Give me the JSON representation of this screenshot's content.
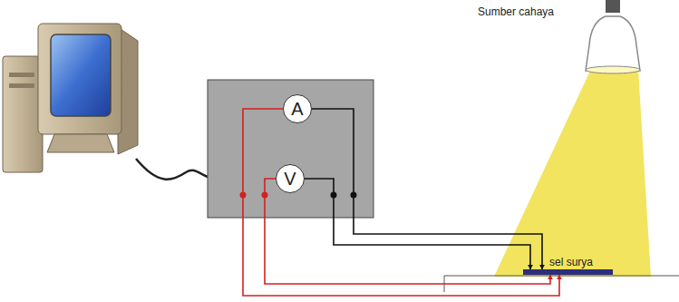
{
  "diagram": {
    "nodes": [
      {
        "text": [
          "A"
        ]
      },
      {
        "text": [
          "V"
        ]
      },
      {
        "text": [
          "sel surya"
        ]
      }
    ],
    "edges": [
      {
        "from": 0,
        "to": 2,
        "arrow": "to"
      },
      {
        "from": 1,
        "to": 2,
        "arrow": "to"
      },
      {
        "from": 0,
        "to": 2,
        "arrow": "to"
      },
      {
        "from": 1,
        "to": 2,
        "arrow": "to"
      }
    ],
    "labels": [
      "Sumber cahaya"
    ]
  }
}
